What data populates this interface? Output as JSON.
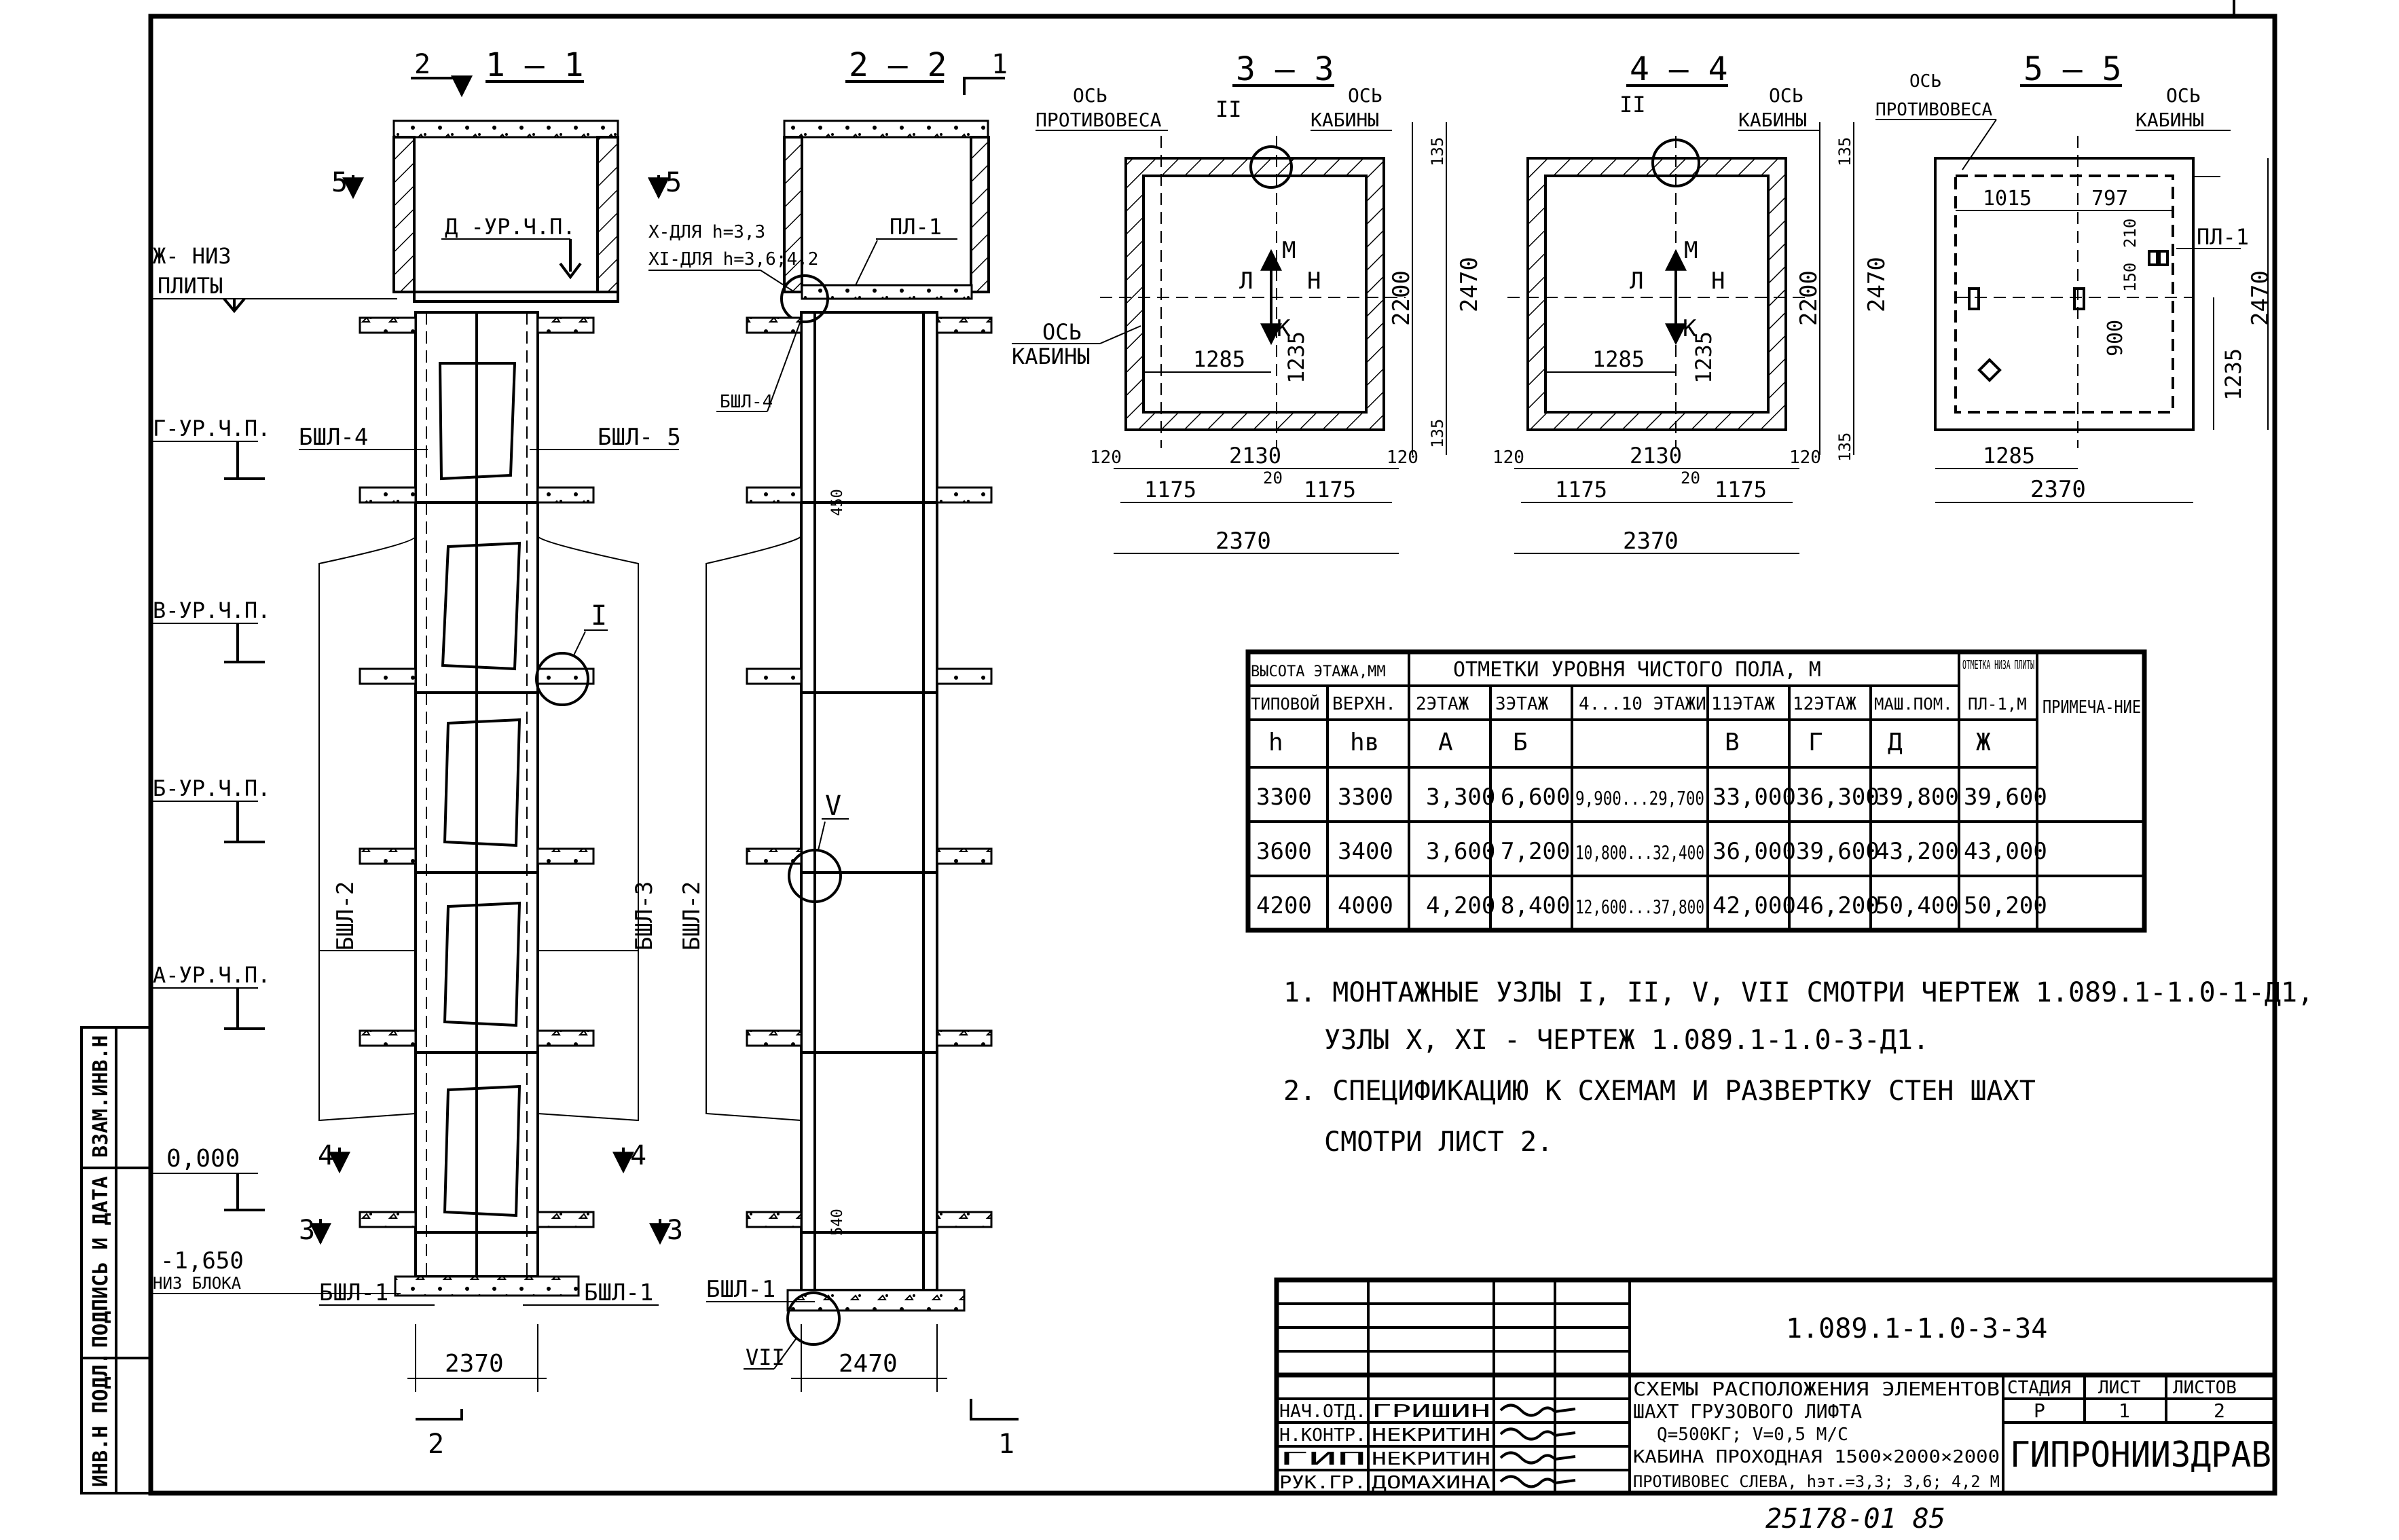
{
  "drawing": {
    "sections": {
      "s11": "1 — 1",
      "s22": "2 — 2",
      "s33": "3 — 3",
      "s44": "4 — 4",
      "s55": "5 — 5",
      "cut2_a": "2",
      "cut2_b": "2",
      "cut1_a": "1",
      "cut1_b": "1",
      "cut5_l": "5",
      "cut5_r": "5",
      "cut4_l": "4",
      "cut4_r": "4",
      "cut3_l": "3",
      "cut3_r": "3"
    },
    "levels": {
      "zh_niz": "Ж- НИЗ",
      "plity": "ПЛИТЫ",
      "g": "Г-УР.Ч.П.",
      "v": "В-УР.Ч.П.",
      "b": "Б-УР.Ч.П.",
      "a": "А-УР.Ч.П.",
      "zero": "0,000",
      "minus": "-1,650",
      "niz_bloka": "НИЗ БЛОКА",
      "d": "Д -УР.Ч.П."
    },
    "blocks": {
      "bsh4": "БШЛ-4",
      "bsh5": "БШЛ- 5",
      "bsh2a": "БШЛ-2",
      "bsh3": "БШЛ-3",
      "bsh2b": "БШЛ-2",
      "bsh1a": "БШЛ-1",
      "bsh1b": "БШЛ-1",
      "bsh1c": "БШЛ-1",
      "bsh4b": "БШЛ-4",
      "pl1a": "ПЛ-1",
      "pl1b": "ПЛ-1"
    },
    "nodes": {
      "I": "I",
      "II_a": "II",
      "II_b": "II",
      "V": "V",
      "VII": "VII",
      "x_note": "X-ДЛЯ h=3,3",
      "xi_note": "XI-ДЛЯ h=3,6;4,2"
    },
    "axes": {
      "os": "ОСЬ",
      "protivovesa": "ПРОТИВОВЕСА",
      "kabiny": "КАБИНЫ",
      "m": "М",
      "n": "Н",
      "k": "К",
      "l": "Л"
    },
    "dims": {
      "d2370a": "2370",
      "d2470a": "2470",
      "d135": "135",
      "d2200": "2200",
      "d2470": "2470",
      "d1235": "1235",
      "d1285": "1285",
      "d120": "120",
      "d2130": "2130",
      "d1175": "1175",
      "d20": "20",
      "d2370": "2370",
      "d1015": "1015",
      "d797": "797",
      "d210": "210",
      "d150": "150",
      "d900": "900",
      "d450": "450",
      "d540": "540"
    }
  },
  "table": {
    "header_group": "ОТМЕТКИ УРОВНЯ ЧИСТОГО ПОЛА, М",
    "h_height": "ВЫСОТА ЭТАЖА,ММ",
    "h_typ": "ТИПОВОЙ",
    "h_top": "ВЕРХН.",
    "h_2": "2ЭТАЖ",
    "h_3": "3ЭТАЖ",
    "h_4_10": "4...10 ЭТАЖИ",
    "h_11": "11ЭТАЖ",
    "h_12": "12ЭТАЖ",
    "h_mash": "МАШ.ПОМ.",
    "h_mark": "ОТМЕТКА НИЗА ПЛИТЫ",
    "h_pl": "ПЛ-1,М",
    "h_note": "ПРИМЕЧА-НИЕ",
    "sym": [
      "h",
      "hв",
      "А",
      "Б",
      "",
      "В",
      "Г",
      "Д",
      "Ж"
    ],
    "rows": [
      [
        "3300",
        "3300",
        "3,300",
        "6,600",
        "9,900...29,700",
        "33,000",
        "36,300",
        "39,800",
        "39,600",
        ""
      ],
      [
        "3600",
        "3400",
        "3,600",
        "7,200",
        "10,800...32,400",
        "36,000",
        "39,600",
        "43,200",
        "43,000",
        ""
      ],
      [
        "4200",
        "4000",
        "4,200",
        "8,400",
        "12,600...37,800",
        "42,000",
        "46,200",
        "50,400",
        "50,200",
        ""
      ]
    ]
  },
  "notes": {
    "n1a": "1. МОНТАЖНЫЕ УЗЛЫ I, II, V, VII  СМОТРИ ЧЕРТЕЖ 1.089.1-1.0-1-Д1,",
    "n1b": "УЗЛЫ X, XI - ЧЕРТЕЖ 1.089.1-1.0-3-Д1.",
    "n2a": "2. СПЕЦИФИКАЦИЮ К СХЕМАМ И РАЗВЕРТКУ СТЕН ШАХТ",
    "n2b": "СМОТРИ ЛИСТ 2."
  },
  "side_stamp": {
    "inv": "ИНВ.Н ПОДЛ.",
    "sign": "ПОДПИСЬ И ДАТА",
    "vzam": "ВЗАМ.ИНВ.Н"
  },
  "title_block": {
    "code": "1.089.1-1.0-3-34",
    "desc1": "СХЕМЫ РАСПОЛОЖЕНИЯ ЭЛЕМЕНТОВ",
    "desc2": "ШАХТ ГРУЗОВОГО ЛИФТА",
    "desc3": "Q=500КГ; V=0,5 М/С",
    "desc4": "КАБИНА ПРОХОДНАЯ 1500×2000×2000",
    "desc5": "ПРОТИВОВЕС СЛЕВА, hэт.=3,3; 3,6; 4,2 М",
    "stage_label": "СТАДИЯ",
    "sheet_label": "ЛИСТ",
    "sheets_label": "ЛИСТОВ",
    "stage": "Р",
    "sheet": "1",
    "sheets": "2",
    "org": "ГИПРОНИИЗДРАВ",
    "people": [
      {
        "role": "НАЧ.ОТД.",
        "name": "ГРИШИН"
      },
      {
        "role": "Н.КОНТР.",
        "name": "НЕКРИТИН"
      },
      {
        "role": "ГИП",
        "name": "НЕКРИТИН"
      },
      {
        "role": "РУК.ГР.",
        "name": "ДОМАХИНА"
      }
    ],
    "bottom_number": "25178-01  85"
  }
}
